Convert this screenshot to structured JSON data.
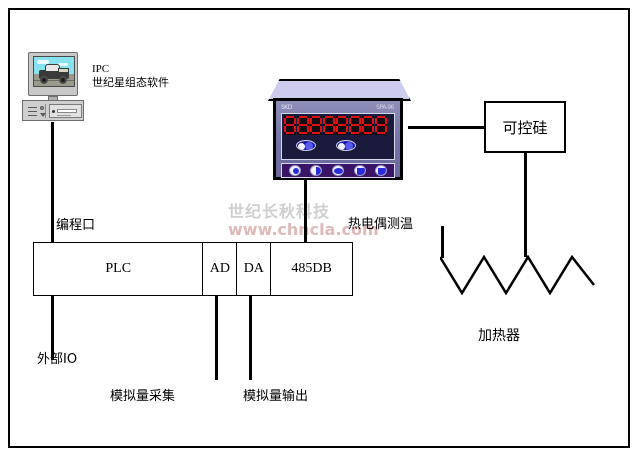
{
  "diagram": {
    "title": "PLC temperature control system wiring diagram",
    "background": "#ffffff",
    "border_color": "#000000"
  },
  "ipc": {
    "label_line1": "IPC",
    "label_line2": "世纪星组态软件",
    "monitor_icon": "crt-monitor-with-car-wallpaper",
    "case_icon": "desktop-computer-case"
  },
  "controller": {
    "brand_text": "SKD",
    "model_text": "SPA-96",
    "display": {
      "digit_count": 8,
      "digits": [
        "8",
        "8",
        "8",
        "8",
        "8",
        "8",
        "8",
        "8"
      ],
      "led_color": "#e01010",
      "screen_bg": "#1a1a3c"
    },
    "indicators": [
      "indicator-lamp-1",
      "indicator-lamp-2"
    ],
    "buttons": [
      "button-set",
      "button-shift",
      "button-enter",
      "button-up",
      "button-down"
    ],
    "body_color": "#7272a4",
    "button_bar_color": "#3a1466"
  },
  "plc": {
    "cells": [
      {
        "label": "PLC",
        "name": "plc-main-module"
      },
      {
        "label": "AD",
        "name": "plc-ad-module"
      },
      {
        "label": "DA",
        "name": "plc-da-module"
      },
      {
        "label": "485DB",
        "name": "plc-485db-module"
      }
    ]
  },
  "thyristor": {
    "label": "可控硅"
  },
  "heater": {
    "label": "加热器",
    "symbol": "zigzag-resistor"
  },
  "labels": {
    "programming_port": "编程口",
    "external_io": "外部IO",
    "analog_input": "模拟量采集",
    "analog_output": "模拟量输出",
    "thermocouple": "热电偶测温"
  },
  "watermark": {
    "line1": "世纪长秋科技",
    "line2": "www.chncla.com",
    "color1": "#cfcfcf",
    "color2": "#e0b9b9"
  }
}
